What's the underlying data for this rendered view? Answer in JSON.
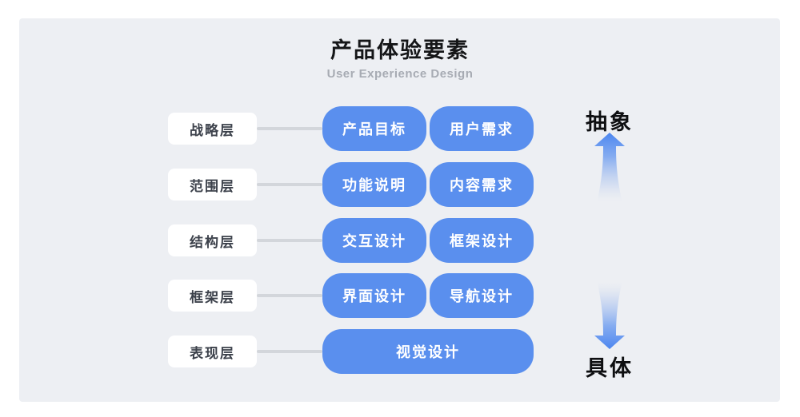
{
  "header": {
    "title": "产品体验要素",
    "subtitle": "User Experience Design"
  },
  "rows": [
    {
      "label": "战略层",
      "boxes": [
        "产品目标",
        "用户需求"
      ]
    },
    {
      "label": "范围层",
      "boxes": [
        "功能说明",
        "内容需求"
      ]
    },
    {
      "label": "结构层",
      "boxes": [
        "交互设计",
        "框架设计"
      ]
    },
    {
      "label": "框架层",
      "boxes": [
        "界面设计",
        "导航设计"
      ]
    },
    {
      "label": "表现层",
      "boxes": [
        "视觉设计"
      ]
    }
  ],
  "axis": {
    "top_label": "抽象",
    "bottom_label": "具体",
    "up_arrow_icon": "gradient-up-arrow-icon",
    "down_arrow_icon": "gradient-down-arrow-icon"
  },
  "colors": {
    "accent_blue": "#5A8FEE",
    "panel_bg": "#EDEFF3",
    "label_text": "#3C414B",
    "connector_gray": "#D3D6DB",
    "subtitle_gray": "#A7ABB3",
    "title_black": "#151618"
  }
}
